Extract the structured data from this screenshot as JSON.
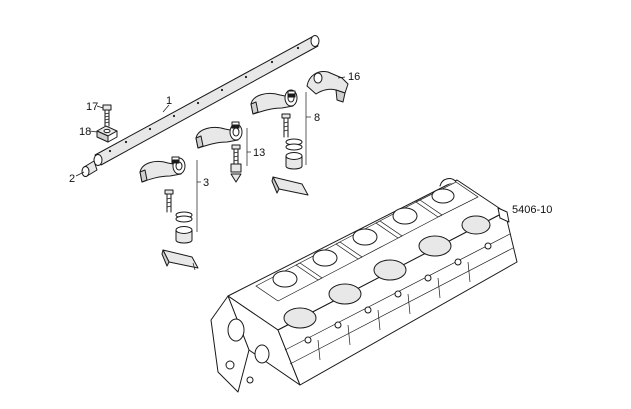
{
  "drawing_ref": "5406-10",
  "callouts": {
    "c1": "1",
    "c2": "2",
    "c3": "3",
    "c8": "8",
    "c13": "13",
    "c16": "16",
    "c17": "17",
    "c18": "18"
  },
  "colors": {
    "line": "#1a1a1a",
    "fill_light": "#e8e8e8",
    "fill_dark": "#cfcfcf",
    "background": "#ffffff"
  }
}
